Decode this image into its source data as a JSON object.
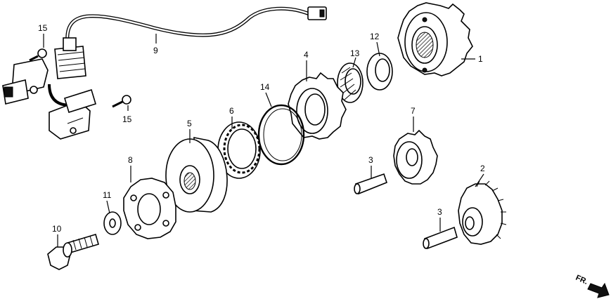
{
  "callouts": {
    "p1": "1",
    "p2": "2",
    "p3a": "3",
    "p3b": "3",
    "p4": "4",
    "p5": "5",
    "p6": "6",
    "p7": "7",
    "p8": "8",
    "p9": "9",
    "p10": "10",
    "p11": "11",
    "p12": "12",
    "p13": "13",
    "p14": "14",
    "p15a": "15",
    "p15b": "15"
  },
  "direction_marker": "FR."
}
